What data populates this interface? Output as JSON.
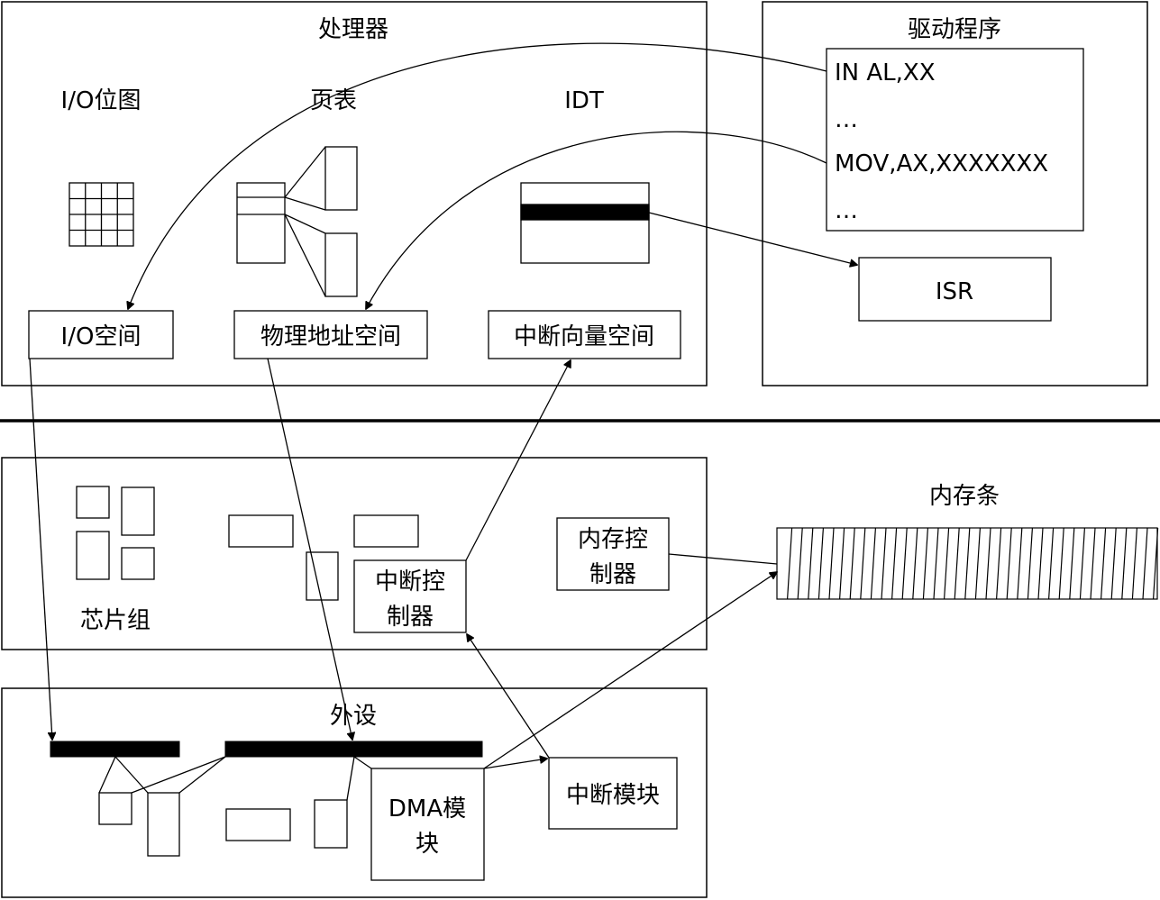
{
  "processor": {
    "title": "处理器",
    "io_bitmap_label": "I/O位图",
    "page_table_label": "页表",
    "idt_label": "IDT",
    "io_space": "I/O空间",
    "phys_space": "物理地址空间",
    "vector_space": "中断向量空间"
  },
  "driver": {
    "title": "驱动程序",
    "code_lines": [
      "IN AL,XX",
      "…",
      "MOV,AX,XXXXXXX",
      "…"
    ],
    "isr": "ISR"
  },
  "chipset": {
    "label": "芯片组",
    "int_ctrl_lines": [
      "中断控",
      "制器"
    ],
    "mem_ctrl_lines": [
      "内存控",
      "制器"
    ]
  },
  "memory": {
    "label": "内存条"
  },
  "peripheral": {
    "title": "外设",
    "dma_lines": [
      "DMA模",
      "块"
    ],
    "int_module": "中断模块"
  }
}
